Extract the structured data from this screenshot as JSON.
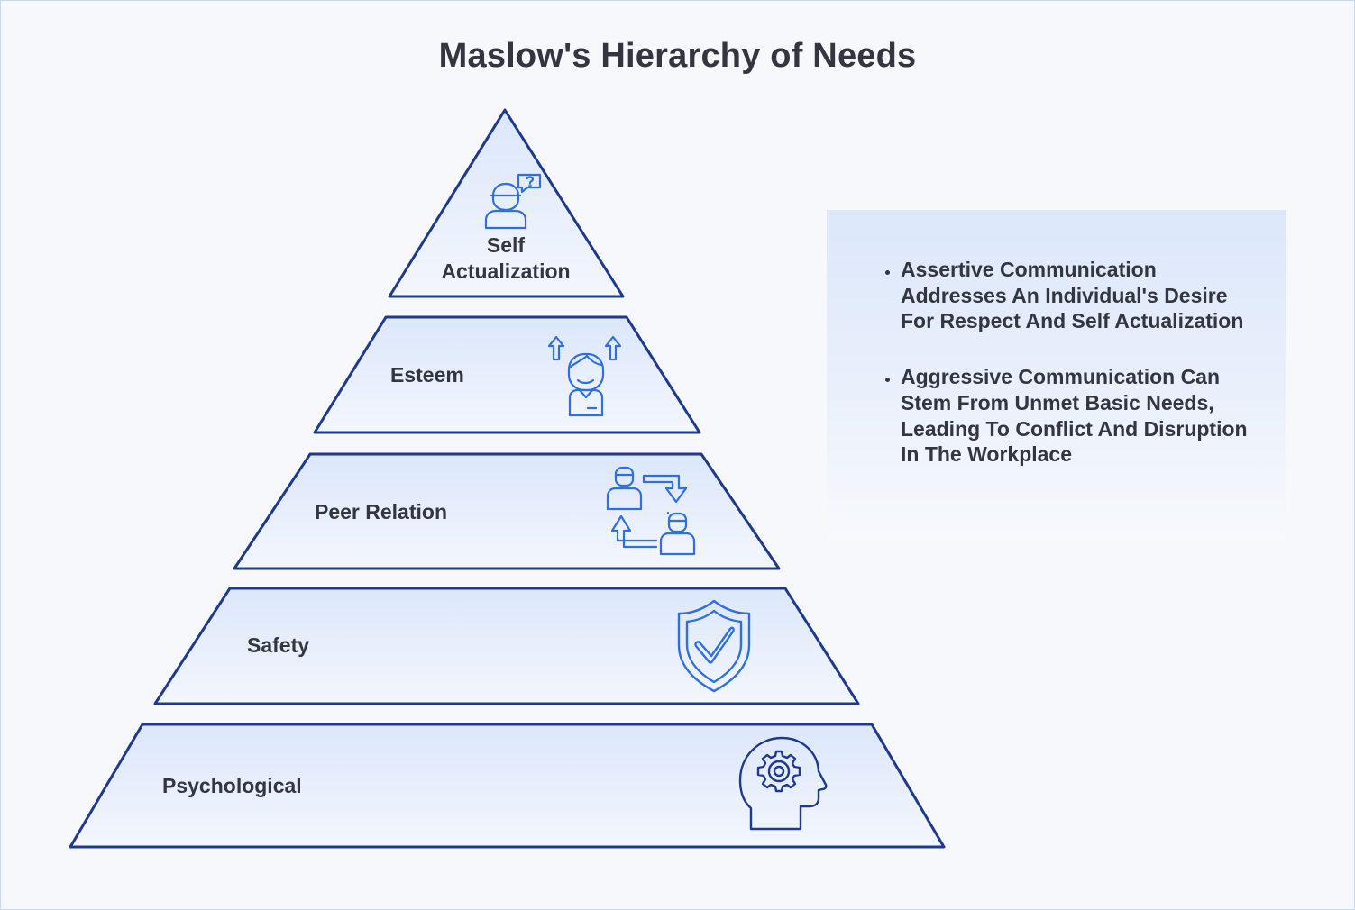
{
  "title": "Maslow's Hierarchy of Needs",
  "tiers": [
    {
      "label_lines": [
        "Self",
        "Actualization"
      ],
      "icon": "person-question-icon"
    },
    {
      "label": "Esteem",
      "icon": "person-growth-arrows-icon"
    },
    {
      "label": "Peer Relation",
      "icon": "people-exchange-icon"
    },
    {
      "label": "Safety",
      "icon": "shield-check-icon"
    },
    {
      "label": "Psychological",
      "icon": "head-gear-icon"
    }
  ],
  "notes": [
    "Assertive Communication Addresses An Individual's Desire For Respect And Self Actualization",
    "Aggressive Communication Can Stem From Unmet Basic Needs, Leading To Conflict And Disruption In The Workplace"
  ],
  "colors": {
    "outline": "#1f3a8c",
    "icon": "#2f6fe0",
    "fill_top": "#dce7fb",
    "fill_bottom": "#f3f6fd",
    "text": "#33363f",
    "background": "#f6f8fc"
  }
}
